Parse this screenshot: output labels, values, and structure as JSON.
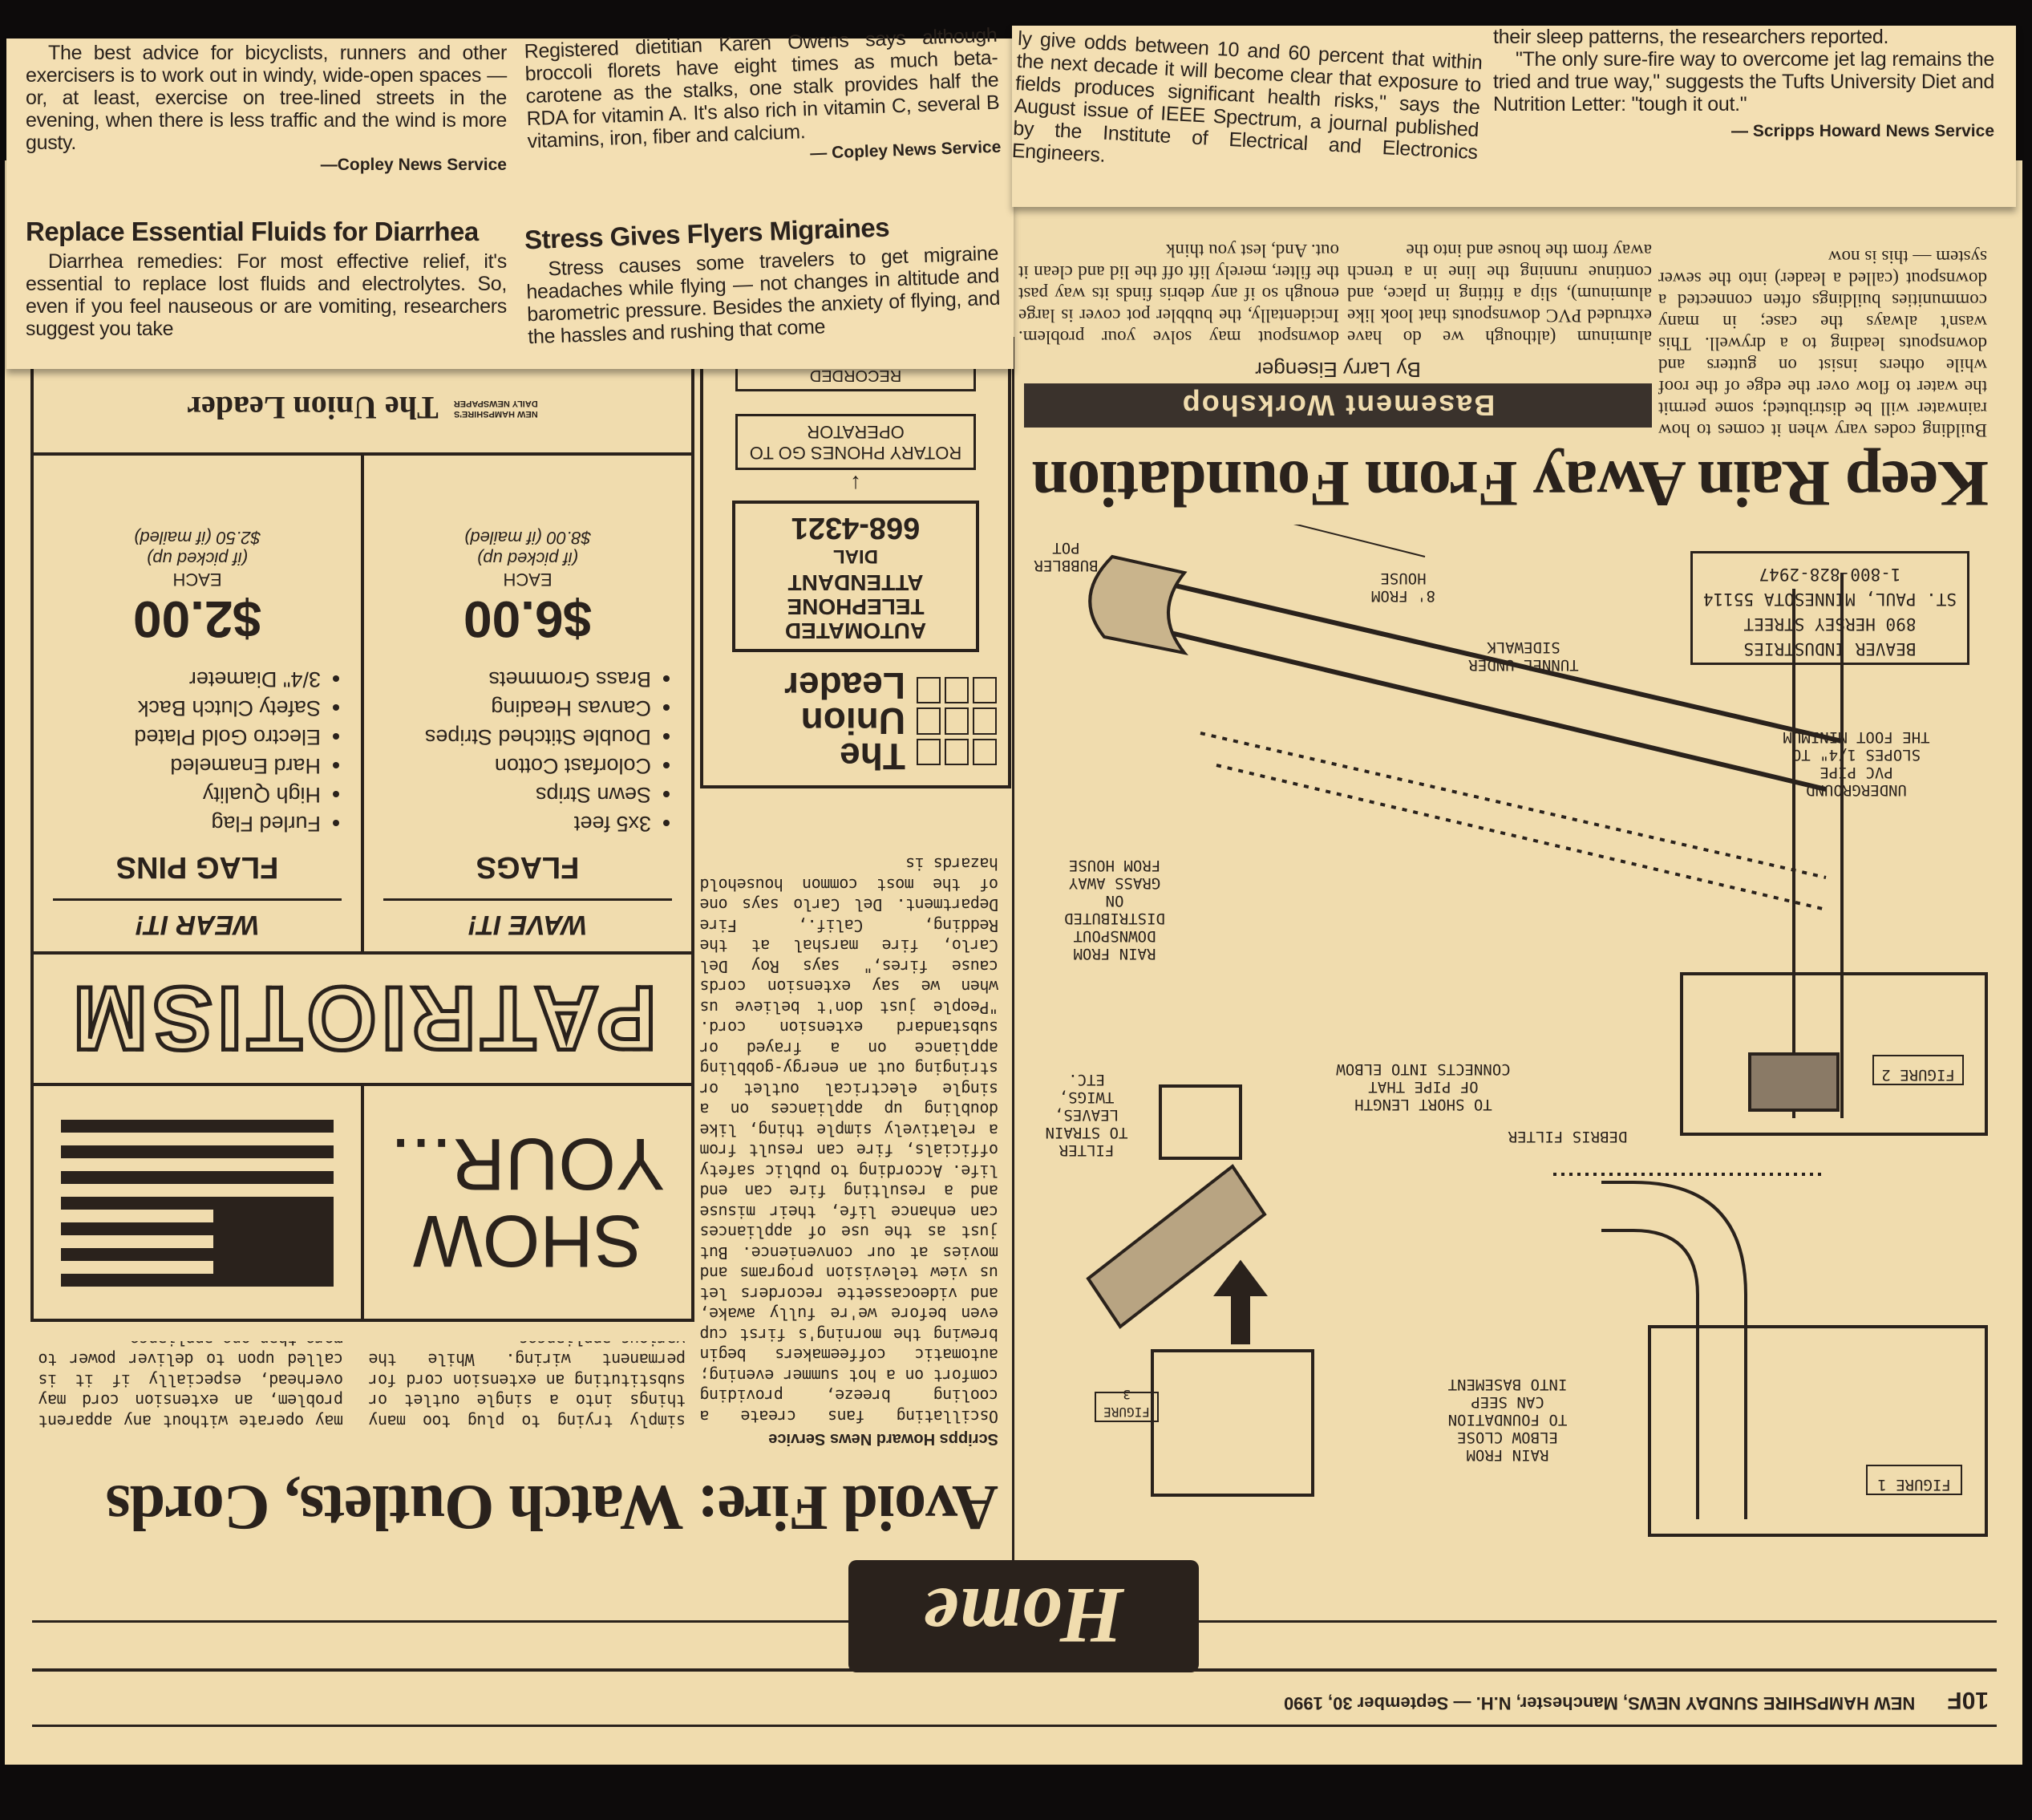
{
  "top_clipping": {
    "col1_text": "The best advice for bicyclists, runners and other exercisers is to work out in windy, wide-open spaces — or, at least, exercise on tree-lined streets in the evening, when there is less traffic and the wind is more gusty.",
    "col1_credit": "—Copley News Service",
    "col2_text": "Registered dietitian Karen Owens says although broccoli florets have eight times as much beta-carotene as the stalks, one stalk provides half the RDA for vitamin A. It's also rich in vitamin C, several B vitamins, iron, fiber and calcium.",
    "col2_credit": "— Copley News Service",
    "story3_title": "Replace Essential Fluids for Diarrhea",
    "story3_text": "Diarrhea remedies: For most effective relief, it's essential to replace lost fluids and electrolytes. So, even if you feel nauseous or are vomiting, researchers suggest you take",
    "story4_title": "Stress Gives Flyers Migraines",
    "story4_text": "Stress causes some travelers to get migraine headaches while flying — not changes in altitude and barometric pressure. Besides the anxiety of flying, and the hassles and rushing that come"
  },
  "right_clipping": {
    "col1_text": "ly give odds between 10 and 60 percent that within the next decade it will become clear that exposure to fields produces significant health risks,\" says the August issue of IEEE Spectrum, a journal published by the Institute of Electrical and Electronics Engineers.",
    "col2_text_1": "their sleep patterns, the researchers reported.",
    "col2_text_2": "\"The only sure-fire way to overcome jet lag remains the tried and true way,\" suggests the Tufts University Diet and Nutrition Letter: \"tough it out.\"",
    "col2_credit": "— Scripps Howard News Service"
  },
  "page": {
    "folio": "10F",
    "dateline": "NEW HAMPSHIRE SUNDAY NEWS, Manchester, N.H. — September 30, 1990",
    "section": "Home"
  },
  "keep_rain": {
    "headline": "Keep Rain Away From Foundation",
    "column_title": "Basement Workshop",
    "byline": "By Larry Eisenger",
    "col1": "Building codes vary when it comes to how rainwater will be distributed; some permit the water to flow over the edge of the roof while others insist on gutters and downspouts leading to a drywell. This wasn't always the case; in many communities buildings often connected a downspout (called a leader) into the sewer system — this is now",
    "col2": "aluminum (although we do have extruded PVC downspouts that look like aluminum), slip a fitting in place, and continue running the line in a trench away from the house and into the",
    "col3": "downspout may solve your problem. Incidentally, the bubbler pot cover is large enough so if any debris finds its way past the filter, merely lift off the lid and clean it out. And, lest you think",
    "diagram": {
      "figure1": "FIGURE 1",
      "figure2": "FIGURE 2",
      "figure3": "FIGURE 3",
      "label_elbow": "RAIN FROM\nELBOW CLOSE\nTO FOUNDATION\nCAN SEEP\nINTO BASEMENT",
      "label_filter": "FILTER\nTO STRAIN\nLEAVES, TWIGS,\nETC.",
      "label_debris": "DEBRIS FILTER",
      "label_short_pipe": "TO SHORT LENGTH\nOF PIPE THAT\nCONNECTS INTO ELBOW",
      "label_distributed": "RAIN FROM\nDOWNSPOUT\nDISTRIBUTED ON\nGRASS AWAY\nFROM HOUSE",
      "label_bubbler": "BUBBLER\nPOT",
      "label_distance": "8' FROM\nHOUSE",
      "label_tunnel": "TUNNEL UNDER\nSIDEWALK",
      "label_pvc": "UNDERGROUND\nPVC PIPE\nSLOPES 1/4\" TO\nTHE FOOT MINIMUM",
      "supplier": [
        "BEAVER INDUSTRIES",
        "890 HERSEY STREET",
        "ST. PAUL, MINNESOTA 55114",
        "1-800-828-2947"
      ]
    }
  },
  "avoid_fire": {
    "headline": "Avoid Fire: Watch Outlets, Cords",
    "credit": "Scripps Howard News Service",
    "col1": "Oscillating fans create a cooling breeze, providing comfort on a hot summer evening; automatic coffeemakers begin brewing the morning's first cup even before we're fully awake, and videocassette recorders let us view television programs and movies at our convenience. But just as the use of appliances can enhance life, their misuse and a resulting fire can end life. According to public safety officials, fire can result from a relatively simple thing, like doubling up appliances on a single electrical outlet or stringing out an energy-gobbling appliance on a frayed or substandard extension cord. \"People just don't believe us when we say extension cords cause fires,\" says Roy Del Carlo, fire marshal at the Redding, Calif., Fire Department. Del Carlo says one of the most common household hazards is",
    "col2": "simply trying to plug too many things into a single outlet or substituting an extension cord for permanent wiring. While the various appliances",
    "col3": "may operate without any apparent problem, an extension cord may overhead, especially if it is called upon to deliver power to more than one appliance."
  },
  "phone_ad": {
    "brand": "The Union Leader",
    "service": "AUTOMATED TELEPHONE ATTENDANT",
    "dial_label": "DIAL",
    "number": "668-4321",
    "rotary": "ROTARY PHONES GO TO OPERATOR",
    "recorded": "RECORDED"
  },
  "flag_ad": {
    "show": "SHOW YOUR...",
    "banner": "PATRIOTISM",
    "flags": {
      "slogan": "WAVE IT!",
      "title": "FLAGS",
      "features": [
        "3x5 feet",
        "Sewn Strips",
        "Colorfast Cotton",
        "Double Stitched Stripes",
        "Canvas Heading",
        "Brass Grommets"
      ],
      "price": "$6.00",
      "each": "EACH",
      "picked_up": "(if picked up)",
      "mailed": "$8.00 (if mailed)"
    },
    "pins": {
      "slogan": "WEAR IT!",
      "title": "FLAG PINS",
      "features": [
        "Furled Flag",
        "High Quality",
        "Hard Enameled",
        "Electro Gold Plated",
        "Safety Clutch Back",
        "3/4\" Diameter"
      ],
      "price": "$2.00",
      "each": "EACH",
      "picked_up": "(if picked up)",
      "mailed": "$2.50 (if mailed)"
    },
    "logo": "The Union Leader",
    "logo_tagline": "NEW HAMPSHIRE'S DAILY NEWSPAPER"
  },
  "colors": {
    "paper": "#f0dcae",
    "ink": "#2a221c",
    "background": "#0d0b0b"
  }
}
